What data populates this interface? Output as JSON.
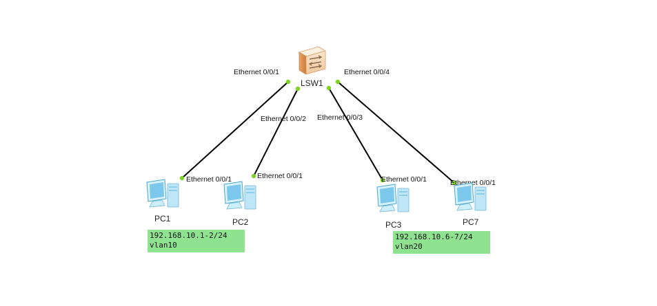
{
  "switch": {
    "name": "LSW1",
    "ports": [
      "Ethernet 0/0/1",
      "Ethernet 0/0/2",
      "Ethernet 0/0/3",
      "Ethernet 0/0/4"
    ]
  },
  "pcs": [
    {
      "name": "PC1",
      "port": "Ethernet 0/0/1"
    },
    {
      "name": "PC2",
      "port": "Ethernet 0/0/1"
    },
    {
      "name": "PC3",
      "port": "Ethernet 0/0/1"
    },
    {
      "name": "PC7",
      "port": "Ethernet 0/0/1"
    }
  ],
  "notes": [
    {
      "ip": "192.168.10.1-2/24",
      "vlan": "vlan10"
    },
    {
      "ip": "192.168.10.6-7/24",
      "vlan": "vlan20"
    }
  ],
  "colors": {
    "link": "#000000",
    "port_dot": "#7ed321",
    "note_bg": "#8fe28f"
  },
  "icons": {
    "switch": "switch-icon",
    "pc": "pc-icon"
  }
}
